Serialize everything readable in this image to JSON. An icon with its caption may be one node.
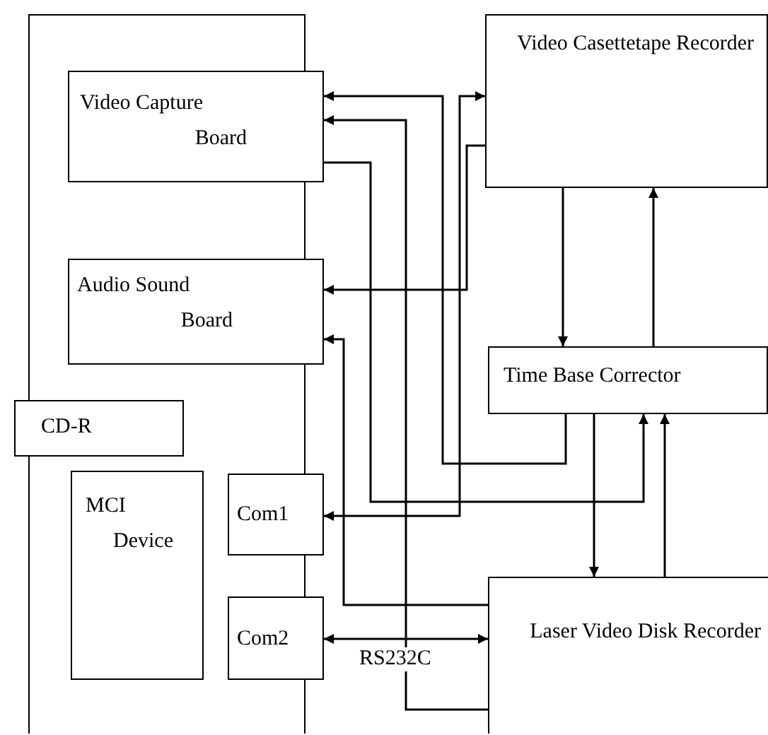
{
  "diagram": {
    "nodes": [
      {
        "text": [],
        "shape": "box"
      },
      {
        "text": [
          "Video Capture Board"
        ],
        "in": 0
      },
      {
        "text": [
          "Audio Sound Board"
        ],
        "in": 0
      },
      {
        "text": [
          "CD-R"
        ]
      },
      {
        "text": [
          "MCI Device"
        ],
        "in": 0
      },
      {
        "text": [
          "Com1"
        ],
        "in": 0
      },
      {
        "text": [
          "Com2"
        ],
        "in": 0
      },
      {
        "text": [
          "Video Casettetape Recorder"
        ]
      },
      {
        "text": [
          "Time Base Corrector"
        ]
      },
      {
        "text": [
          "Laser Video Disk Recorder"
        ]
      }
    ],
    "edges": [
      {
        "from": 8,
        "to": 1,
        "arrow": "to"
      },
      {
        "from": 1,
        "to": 8,
        "arrow": "to"
      },
      {
        "from": 9,
        "to": 1,
        "arrow": "to"
      },
      {
        "from": 5,
        "to": 7,
        "arrow": "both"
      },
      {
        "from": 7,
        "to": 2,
        "arrow": "to"
      },
      {
        "from": 9,
        "to": 2,
        "arrow": "to"
      },
      {
        "from": 6,
        "to": 9,
        "arrow": "both",
        "label": "RS232C"
      },
      {
        "from": 7,
        "to": 8,
        "arrow": "to"
      },
      {
        "from": 8,
        "to": 7,
        "arrow": "to"
      },
      {
        "from": 8,
        "to": 9,
        "arrow": "to"
      },
      {
        "from": 9,
        "to": 8,
        "arrow": "to"
      }
    ]
  }
}
